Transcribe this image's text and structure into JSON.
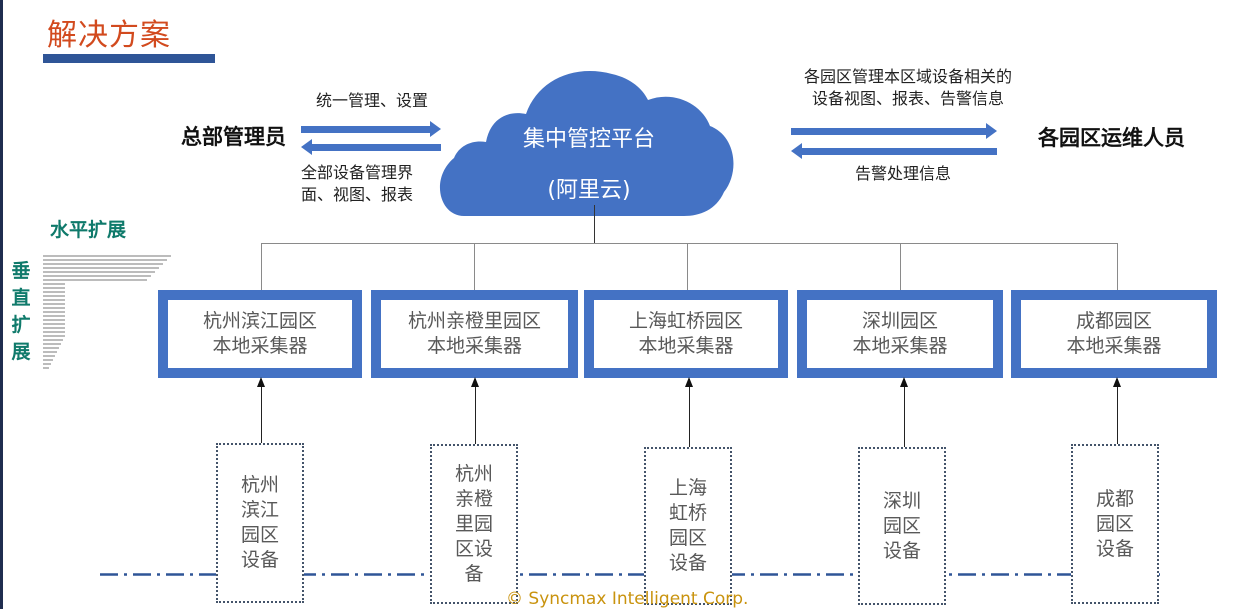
{
  "page": {
    "title": "解决方案",
    "footer": "© Syncmax Intelligent Corp."
  },
  "roles": {
    "hq_admin": "总部管理员",
    "park_ops": "各园区运维人员"
  },
  "flows": {
    "hq_to_cloud": "统一管理、设置",
    "cloud_to_hq_line1": "全部设备管理界",
    "cloud_to_hq_line2": "面、视图、报表",
    "cloud_to_ops_line1": "各园区管理本区域设备相关的",
    "cloud_to_ops_line2": "设备视图、报表、告警信息",
    "ops_to_cloud": "告警处理信息"
  },
  "cloud": {
    "name": "集中管控平台",
    "provider": "(阿里云)",
    "color": "#4472c4"
  },
  "scaling": {
    "horizontal": "水平扩展",
    "vertical": [
      "垂",
      "直",
      "扩",
      "展"
    ]
  },
  "collectors": [
    {
      "park": "杭州滨江园区",
      "role": "本地采集器"
    },
    {
      "park": "杭州亲橙里园区",
      "role": "本地采集器"
    },
    {
      "park": "上海虹桥园区",
      "role": "本地采集器"
    },
    {
      "park": "深圳园区",
      "role": "本地采集器"
    },
    {
      "park": "成都园区",
      "role": "本地采集器"
    }
  ],
  "devices": [
    {
      "label": "杭州滨江园区设备"
    },
    {
      "label": "杭州亲橙里园区设备"
    },
    {
      "label": "上海虹桥园区设备"
    },
    {
      "label": "深圳园区设备"
    },
    {
      "label": "成都园区设备"
    }
  ],
  "colors": {
    "title": "#d24a1e",
    "accent_blue": "#4472c4",
    "title_bar": "#2f5597",
    "scaling_green": "#0f7a6b",
    "footer_gold": "#c9930e"
  }
}
